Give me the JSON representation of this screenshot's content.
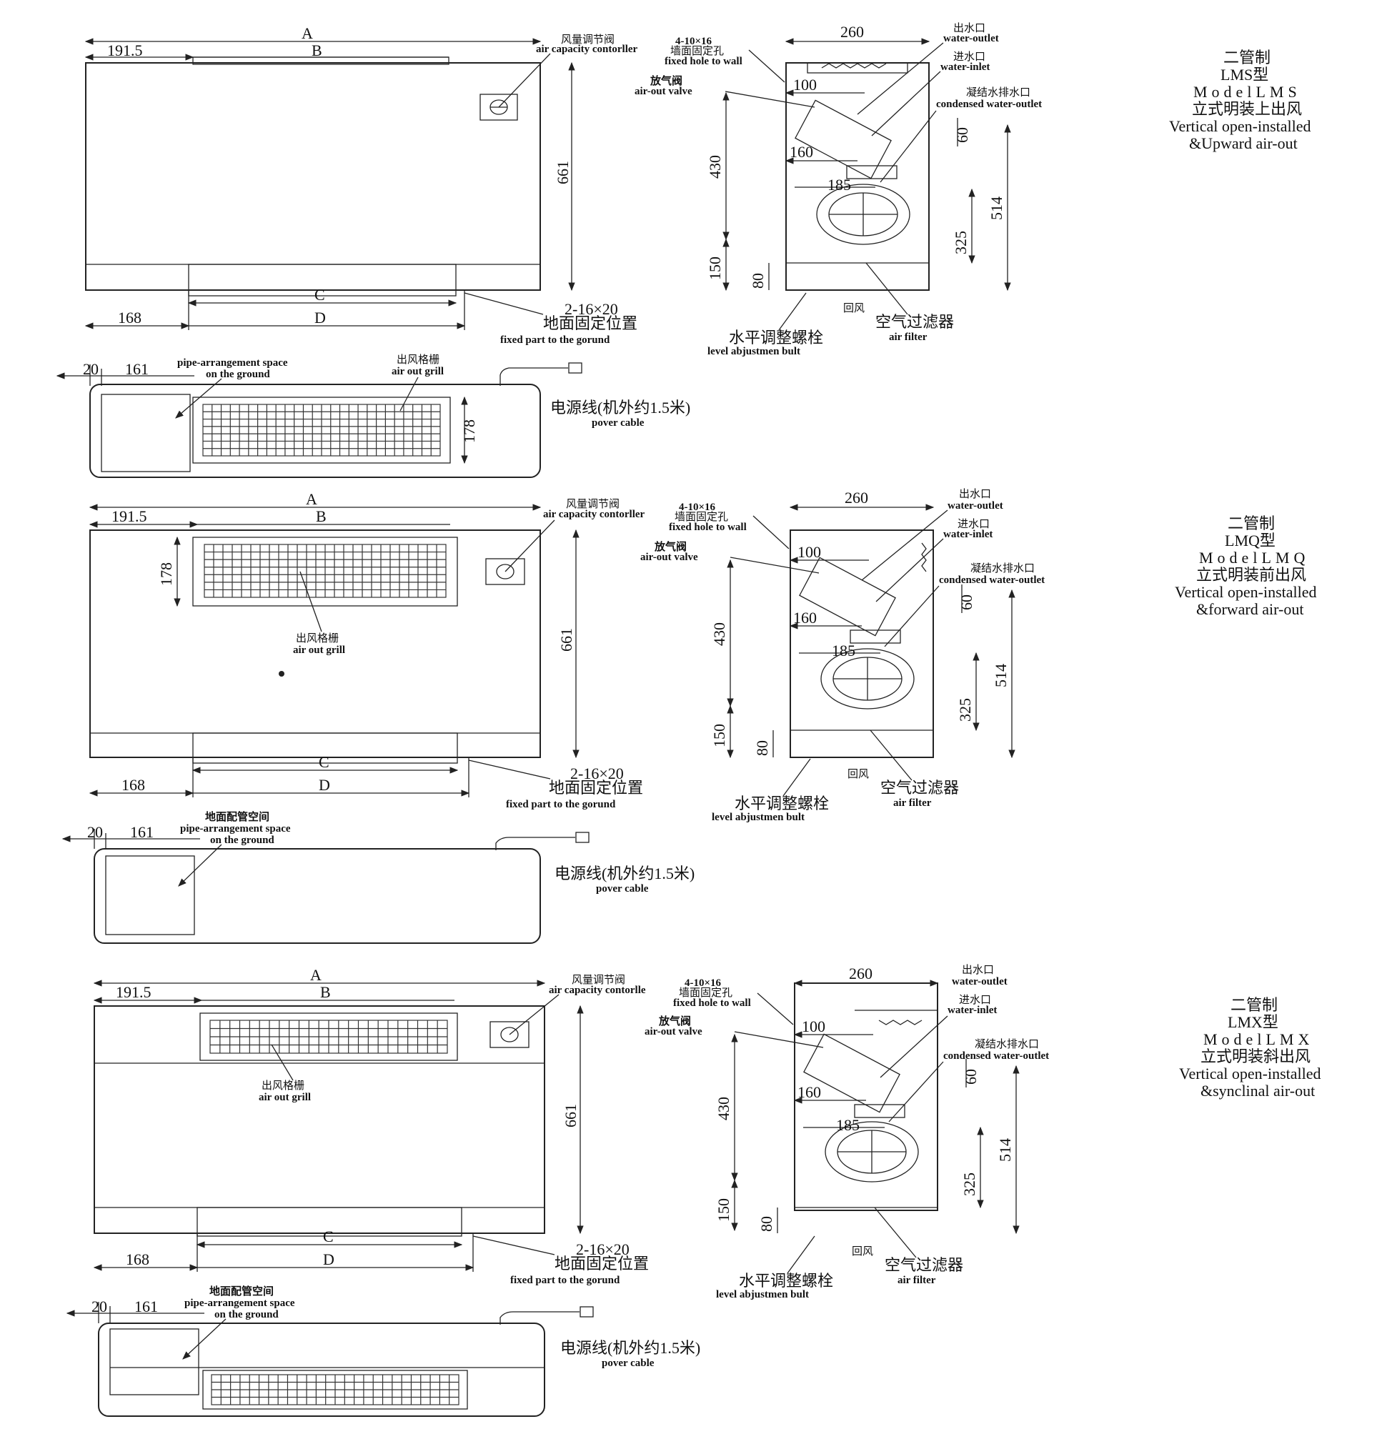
{
  "panels": [
    {
      "title_cn": "二管制",
      "model_type": "LMS型",
      "model": "ModelLMS",
      "desc_cn": "立式明装上出风",
      "desc_en1": "Vertical open-installed",
      "desc_en2": "&Upward air-out",
      "front": {
        "dim_A": "A",
        "dim_B": "B",
        "dim_C": "C",
        "dim_D": "D",
        "dim_191": "191.5",
        "dim_168": "168",
        "dim_661": "661",
        "ctrl_cn": "风量调节阀",
        "ctrl_en": "air capacity contorller",
        "grill_cn": "",
        "grill_en": "",
        "fix_spec": "2-16×20",
        "fix_cn": "地面固定位置",
        "fix_en": "fixed part to the gorund"
      },
      "top": {
        "dim_20": "20",
        "dim_161": "161",
        "pipe_cn": "",
        "pipe_en1": "pipe-arrangement space",
        "pipe_en2": "on the ground",
        "grill_cn": "出风格栅",
        "grill_en": "air out grill",
        "cable_cn": "电源线(机外约1.5米)",
        "cable_en": "pover cable",
        "dim_178": "178"
      },
      "side": {
        "dim_260": "260",
        "dim_100": "100",
        "dim_160": "160",
        "dim_185": "185",
        "dim_430": "430",
        "dim_150": "150",
        "dim_80": "80",
        "dim_60": "60",
        "dim_325": "325",
        "dim_514": "514",
        "hole_spec": "4-10×16",
        "hole_cn": "墙面固定孔",
        "hole_en": "fixed hole to wall",
        "valve_cn": "放气阀",
        "valve_en": "air-out valve",
        "outlet_cn": "出水口",
        "outlet_en": "water-outlet",
        "inlet_cn": "进水口",
        "inlet_en": "water-inlet",
        "cond_cn": "凝结水排水口",
        "cond_en": "condensed water-outlet",
        "return_cn": "回风",
        "filter_cn": "空气过滤器",
        "filter_en": "air filter",
        "bolt_cn": "水平调整螺栓",
        "bolt_en": "level abjustmen bult"
      }
    },
    {
      "title_cn": "二管制",
      "model_type": "LMQ型",
      "model": "ModelLMQ",
      "desc_cn": "立式明装前出风",
      "desc_en1": "Vertical open-installed",
      "desc_en2": "&forward air-out",
      "front": {
        "dim_A": "A",
        "dim_B": "B",
        "dim_C": "C",
        "dim_D": "D",
        "dim_191": "191.5",
        "dim_168": "168",
        "dim_661": "661",
        "dim_178": "178",
        "ctrl_cn": "风量调节阀",
        "ctrl_en": "air capacity contorller",
        "grill_cn": "出风格栅",
        "grill_en": "air out grill",
        "fix_spec": "2-16×20",
        "fix_cn": "地面固定位置",
        "fix_en": "fixed part to the gorund"
      },
      "top": {
        "dim_20": "20",
        "dim_161": "161",
        "pipe_cn": "地面配管空间",
        "pipe_en1": "pipe-arrangement space",
        "pipe_en2": "on the ground",
        "cable_cn": "电源线(机外约1.5米)",
        "cable_en": "pover cable"
      },
      "side": {
        "dim_260": "260",
        "dim_100": "100",
        "dim_160": "160",
        "dim_185": "185",
        "dim_430": "430",
        "dim_150": "150",
        "dim_80": "80",
        "dim_60": "60",
        "dim_325": "325",
        "dim_514": "514",
        "hole_spec": "4-10×16",
        "hole_cn": "墙面固定孔",
        "hole_en": "fixed hole to wall",
        "valve_cn": "放气阀",
        "valve_en": "air-out valve",
        "outlet_cn": "出水口",
        "outlet_en": "water-outlet",
        "inlet_cn": "进水口",
        "inlet_en": "water-inlet",
        "cond_cn": "凝结水排水口",
        "cond_en": "condensed water-outlet",
        "return_cn": "回风",
        "filter_cn": "空气过滤器",
        "filter_en": "air filter",
        "bolt_cn": "水平调整螺栓",
        "bolt_en": "level abjustmen bult"
      }
    },
    {
      "title_cn": "二管制",
      "model_type": "LMX型",
      "model": "ModelLMX",
      "desc_cn": "立式明装斜出风",
      "desc_en1": "Vertical open-installed",
      "desc_en2": "&synclinal air-out",
      "front": {
        "dim_A": "A",
        "dim_B": "B",
        "dim_C": "C",
        "dim_D": "D",
        "dim_191": "191.5",
        "dim_168": "168",
        "dim_661": "661",
        "ctrl_cn": "风量调节阀",
        "ctrl_en": "air capacity contorlle",
        "grill_cn": "出风格栅",
        "grill_en": "air out grill",
        "fix_spec": "2-16×20",
        "fix_cn": "地面固定位置",
        "fix_en": "fixed part to the gorund"
      },
      "top": {
        "dim_20": "20",
        "dim_161": "161",
        "pipe_cn": "地面配管空间",
        "pipe_en1": "pipe-arrangement space",
        "pipe_en2": "on the ground",
        "cable_cn": "电源线(机外约1.5米)",
        "cable_en": "pover cable"
      },
      "side": {
        "dim_260": "260",
        "dim_100": "100",
        "dim_160": "160",
        "dim_185": "185",
        "dim_430": "430",
        "dim_150": "150",
        "dim_80": "80",
        "dim_60": "60",
        "dim_325": "325",
        "dim_514": "514",
        "hole_spec": "4-10×16",
        "hole_cn": "墙面固定孔",
        "hole_en": "fixed hole to wall",
        "valve_cn": "放气阀",
        "valve_en": "air-out valve",
        "outlet_cn": "出水口",
        "outlet_en": "water-outlet",
        "inlet_cn": "进水口",
        "inlet_en": "water-inlet",
        "cond_cn": "凝结水排水口",
        "cond_en": "condensed water-outlet",
        "return_cn": "回风",
        "filter_cn": "空气过滤器",
        "filter_en": "air filter",
        "bolt_cn": "水平调整螺栓",
        "bolt_en": "level abjustmen bult"
      }
    }
  ]
}
